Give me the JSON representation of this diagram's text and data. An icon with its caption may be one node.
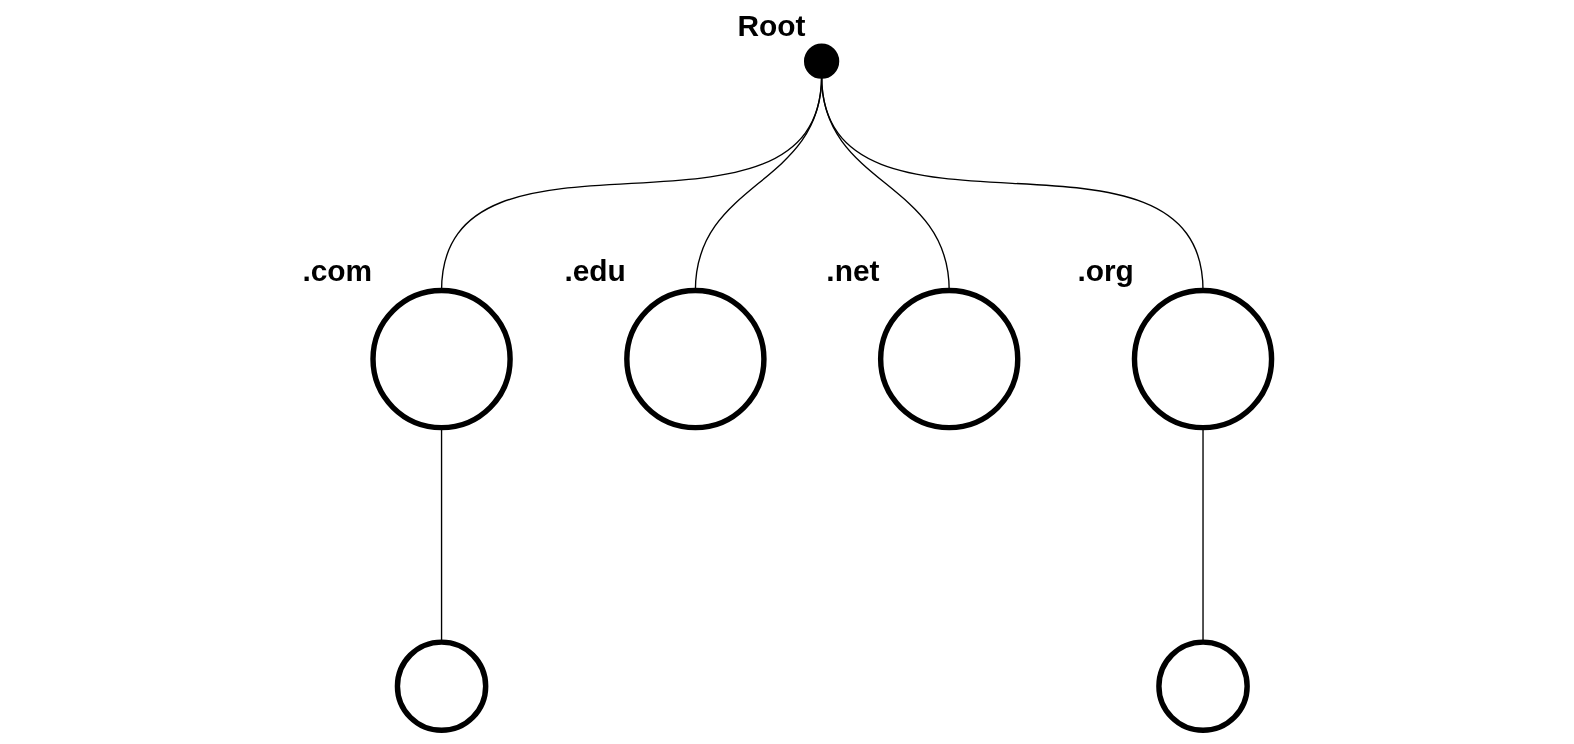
{
  "diagram": {
    "nodes": [
      {
        "text": [],
        "shape": "circle",
        "beside": [
          "Root"
        ]
      },
      {
        "text": [],
        "shape": "circle",
        "beside": [
          ".com"
        ]
      },
      {
        "text": [],
        "shape": "circle",
        "beside": [
          ".edu"
        ]
      },
      {
        "text": [],
        "shape": "circle",
        "beside": [
          ".net"
        ]
      },
      {
        "text": [],
        "shape": "circle",
        "beside": [
          ".org"
        ]
      },
      {
        "text": [],
        "shape": "circle"
      },
      {
        "text": [],
        "shape": "circle"
      }
    ],
    "edges": [
      {
        "from": 0,
        "to": 1,
        "arrow": "none"
      },
      {
        "from": 0,
        "to": 2,
        "arrow": "none"
      },
      {
        "from": 0,
        "to": 3,
        "arrow": "none"
      },
      {
        "from": 0,
        "to": 4,
        "arrow": "none"
      },
      {
        "from": 1,
        "to": 5,
        "arrow": "none"
      },
      {
        "from": 4,
        "to": 6,
        "arrow": "none"
      }
    ]
  }
}
